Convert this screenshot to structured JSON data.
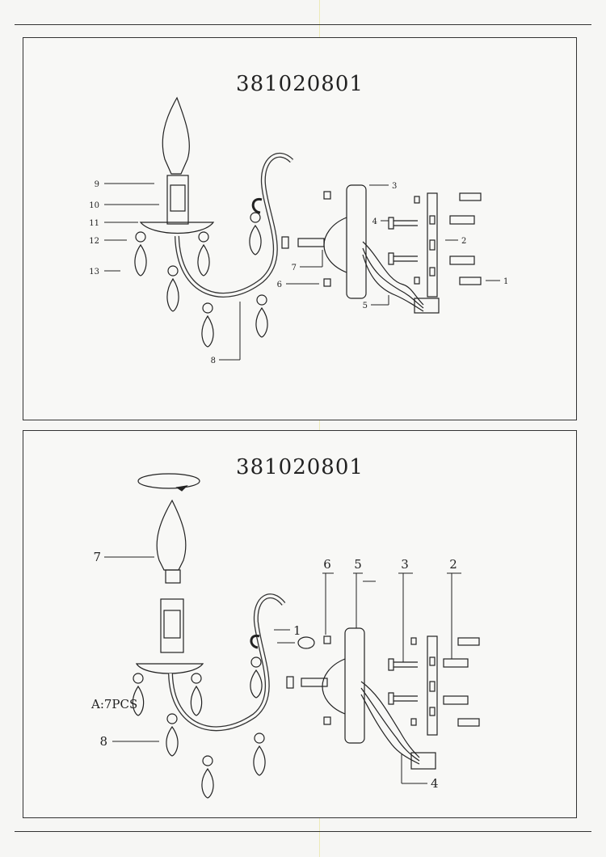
{
  "top": {
    "model_number": "381020801",
    "callouts": [
      "9",
      "10",
      "11",
      "12",
      "13",
      "8",
      "7",
      "6",
      "3",
      "4",
      "2",
      "5",
      "1"
    ]
  },
  "bottom": {
    "model_number": "381020801",
    "callouts": [
      "7",
      "6",
      "5",
      "3",
      "2",
      "1",
      "8",
      "4"
    ],
    "crystal_note": "A:7PCS"
  }
}
